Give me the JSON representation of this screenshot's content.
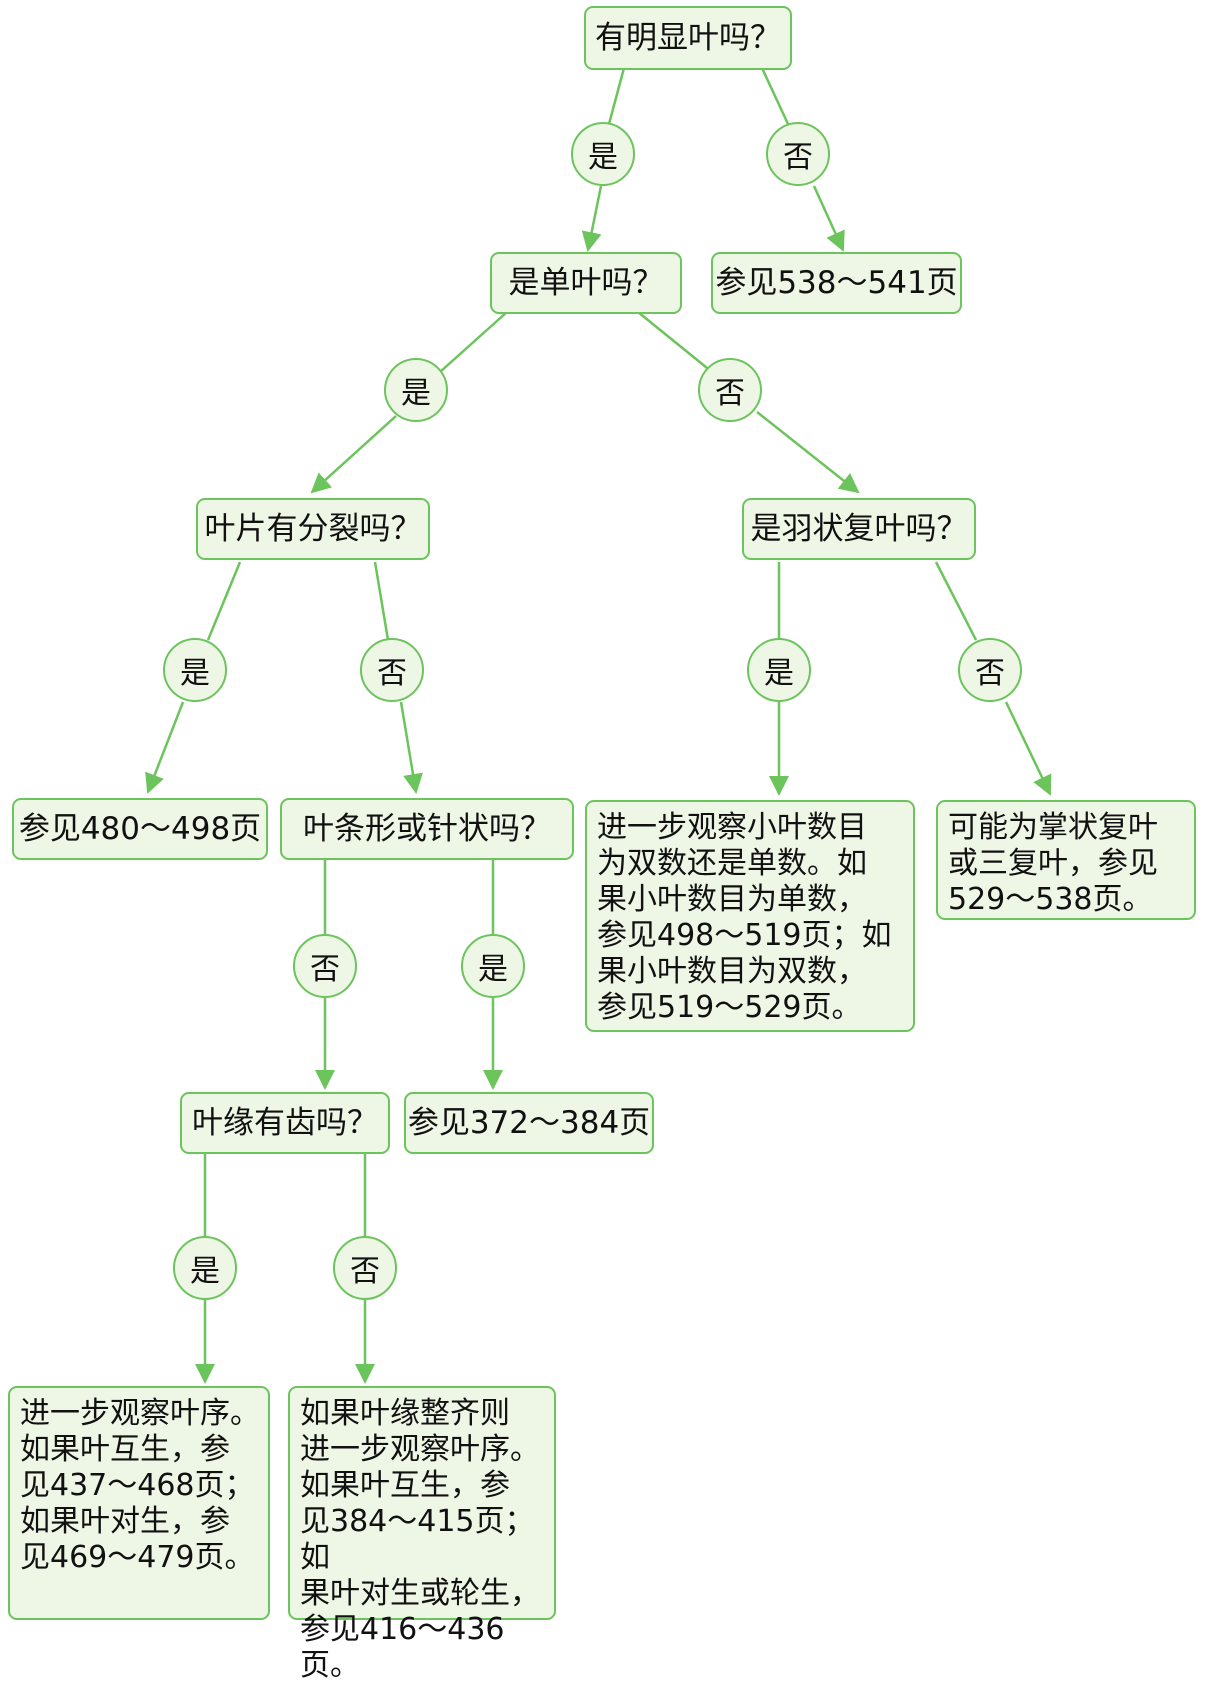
{
  "colors": {
    "accent_border": "#6cc45c",
    "node_fill": "#eef7e6",
    "line": "#6cc45c"
  },
  "nodes": {
    "q_obvious_leaf": "有明显叶吗？",
    "see_538_541": "参见538～541页",
    "q_simple_leaf": "是单叶吗？",
    "q_divided": "叶片有分裂吗？",
    "q_pinnate": "是羽状复叶吗？",
    "see_480_498": "参见480～498页",
    "q_linear_needle": "叶条形或针状吗？",
    "pinnate_detail": "进一步观察小叶数目\n为双数还是单数。如\n果小叶数目为单数，\n参见498～519页；如\n果小叶数目为双数，\n参见519～529页。",
    "palmate_detail": "可能为掌状复叶\n或三复叶，参见\n529～538页。",
    "q_toothed": "叶缘有齿吗？",
    "see_372_384": "参见372～384页",
    "toothed_detail": "进一步观察叶序。\n如果叶互生，参\n见437～468页；\n如果叶对生，参\n见469～479页。",
    "smooth_detail": "如果叶缘整齐则\n进一步观察叶序。\n如果叶互生，参\n见384～415页；如\n果叶对生或轮生，\n参见416～436页。"
  },
  "labels": {
    "yes": "是",
    "no": "否"
  }
}
